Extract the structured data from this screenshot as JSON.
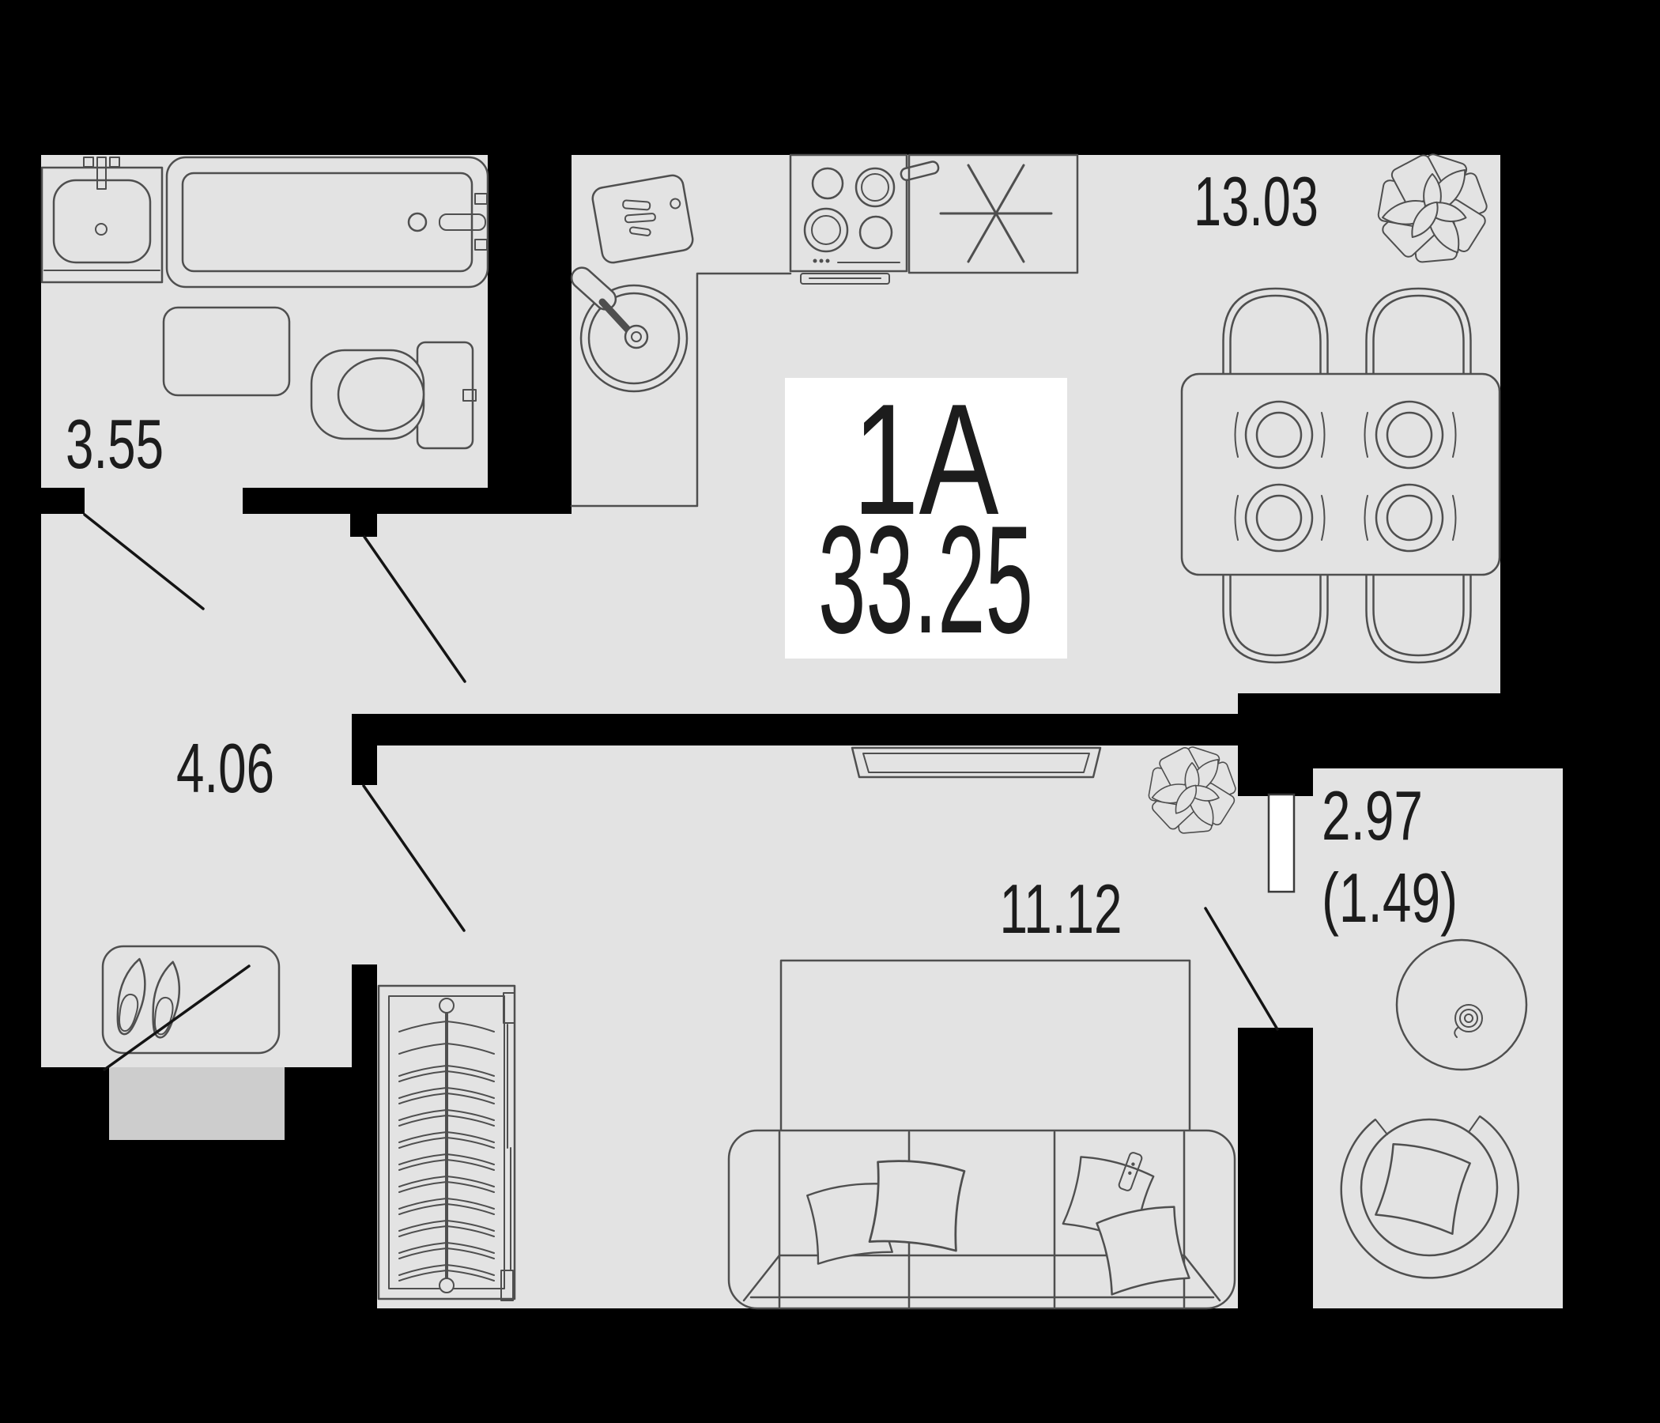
{
  "floor_plan": {
    "unit": {
      "type_label": "1A",
      "total_area": "33.25"
    },
    "rooms": [
      {
        "id": "bathroom",
        "area_label": "3.55"
      },
      {
        "id": "hallway",
        "area_label": "4.06"
      },
      {
        "id": "kitchen-living",
        "area_label": "13.03"
      },
      {
        "id": "bedroom",
        "area_label": "11.12"
      },
      {
        "id": "balcony",
        "area_label": "2.97",
        "area_label_secondary": "(1.49)"
      }
    ],
    "colors": {
      "background": "#000000",
      "floor": "#e3e3e3",
      "entry_step": "#cdcdcd",
      "furniture_outline": "#4f4f4f",
      "label_text": "#1c1c1c",
      "unit_box": "#ffffff"
    },
    "icons": [
      "bathroom-sink-icon",
      "bathtub-icon",
      "washing-machine-icon",
      "toilet-icon",
      "cutting-board-icon",
      "kitchen-sink-icon",
      "stove-icon",
      "fridge-icon",
      "dining-table-icon",
      "plate-icon",
      "chair-icon",
      "plant-icon",
      "tv-icon",
      "bed-icon",
      "sofa-icon",
      "pillow-icon",
      "remote-icon",
      "wardrobe-icon",
      "shoe-cabinet-icon",
      "shoes-icon",
      "entry-step",
      "round-table-icon",
      "cup-icon",
      "tub-chair-icon",
      "door-swing-line"
    ]
  }
}
